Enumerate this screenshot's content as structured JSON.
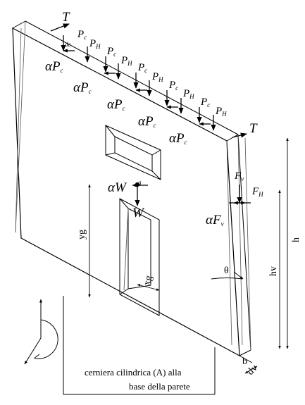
{
  "labels": {
    "T": "T",
    "P": "P",
    "sub_c": "c",
    "sub_H": "H",
    "alpha": "α",
    "alpha_Pc": "αP",
    "sub_dc": "dc",
    "W": "W",
    "alpha_W": "αW",
    "sub_g": "g",
    "F": "F",
    "sub_v": "v",
    "alpha_F": "αF",
    "yg": "yg",
    "xg": "xg",
    "theta": "θ",
    "hv": "hv",
    "h": "h",
    "b": "b",
    "dv": "dv",
    "caption_line1": "cerniera cilindrica (A) alla",
    "caption_line2": "base della parete"
  }
}
